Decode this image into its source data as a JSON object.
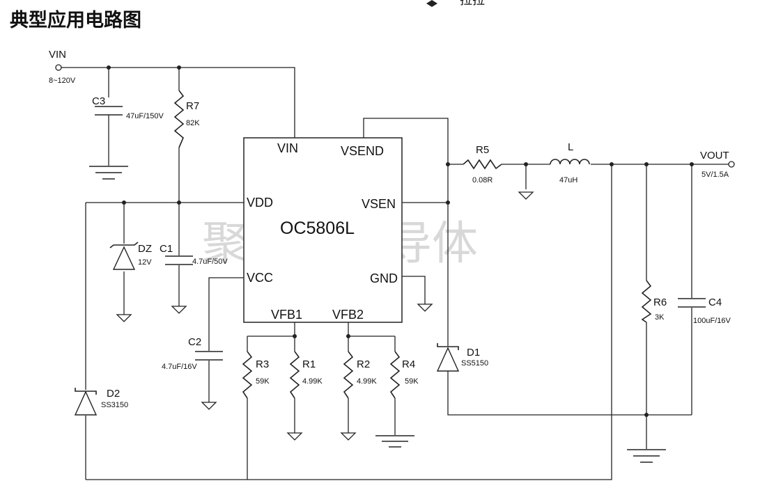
{
  "title": "典型应用电路图",
  "header_fragment": "拉拉",
  "watermark": "聚能芯半导体",
  "chip": {
    "name": "OC5806L",
    "pins": {
      "vin": "VIN",
      "vsend": "VSEND",
      "vdd": "VDD",
      "vsen": "VSEN",
      "vcc": "VCC",
      "gnd": "GND",
      "vfb1": "VFB1",
      "vfb2": "VFB2"
    }
  },
  "terminals": {
    "vin": {
      "label": "VIN",
      "range": "8~120V"
    },
    "vout": {
      "label": "VOUT",
      "rating": "5V/1.5A"
    }
  },
  "components": {
    "C3": {
      "ref": "C3",
      "value": "47uF/150V"
    },
    "R7": {
      "ref": "R7",
      "value": "82K"
    },
    "C1": {
      "ref": "C1",
      "value": "4.7uF/50V"
    },
    "DZ": {
      "ref": "DZ",
      "value": "12V"
    },
    "C2": {
      "ref": "C2",
      "value": "4.7uF/16V"
    },
    "D2": {
      "ref": "D2",
      "value": "SS3150"
    },
    "R3": {
      "ref": "R3",
      "value": "59K"
    },
    "R1": {
      "ref": "R1",
      "value": "4.99K"
    },
    "R2": {
      "ref": "R2",
      "value": "4.99K"
    },
    "R4": {
      "ref": "R4",
      "value": "59K"
    },
    "R5": {
      "ref": "R5",
      "value": "0.08R"
    },
    "L": {
      "ref": "L",
      "value": "47uH"
    },
    "D1": {
      "ref": "D1",
      "value": "SS5150"
    },
    "R6": {
      "ref": "R6",
      "value": "3K"
    },
    "C4": {
      "ref": "C4",
      "value": "100uF/16V"
    }
  }
}
